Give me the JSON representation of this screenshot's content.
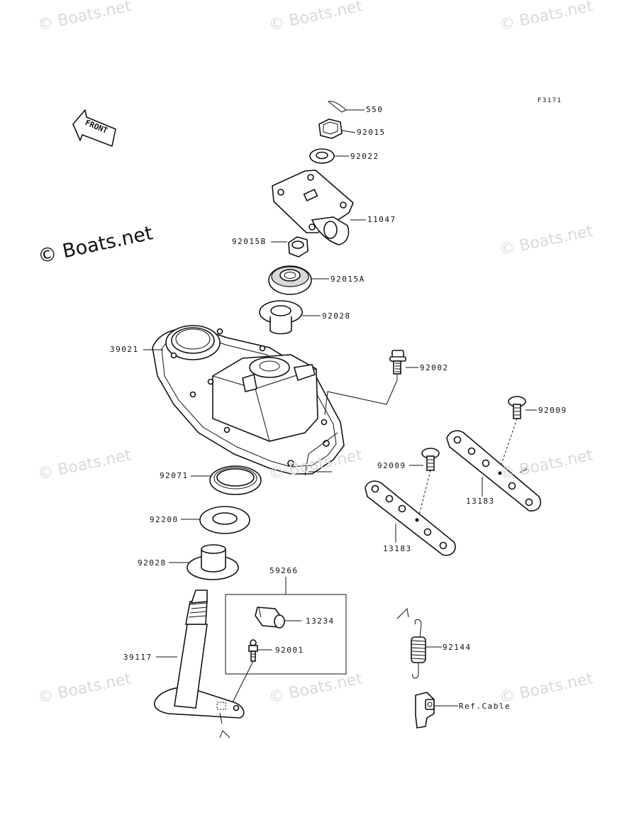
{
  "figure_code": "F3171",
  "front_label": "FRONT",
  "watermark_text": "© Boats.net",
  "watermark_prominent": "© Boats.net",
  "parts": {
    "p550": "550",
    "p92015": "92015",
    "p92022": "92022",
    "p11047": "11047",
    "p92015B": "92015B",
    "p92015A": "92015A",
    "p92028_top": "92028",
    "p39021": "39021",
    "p92002": "92002",
    "p92009_right": "92009",
    "p92009_left": "92009",
    "p92071": "92071",
    "p13183_right": "13183",
    "p13183_left": "13183",
    "p92200": "92200",
    "p92028_bottom": "92028",
    "p59266": "59266",
    "p13234": "13234",
    "p92001": "92001",
    "p39117": "39117",
    "p92144": "92144",
    "ref_cable": "Ref.Cable"
  }
}
